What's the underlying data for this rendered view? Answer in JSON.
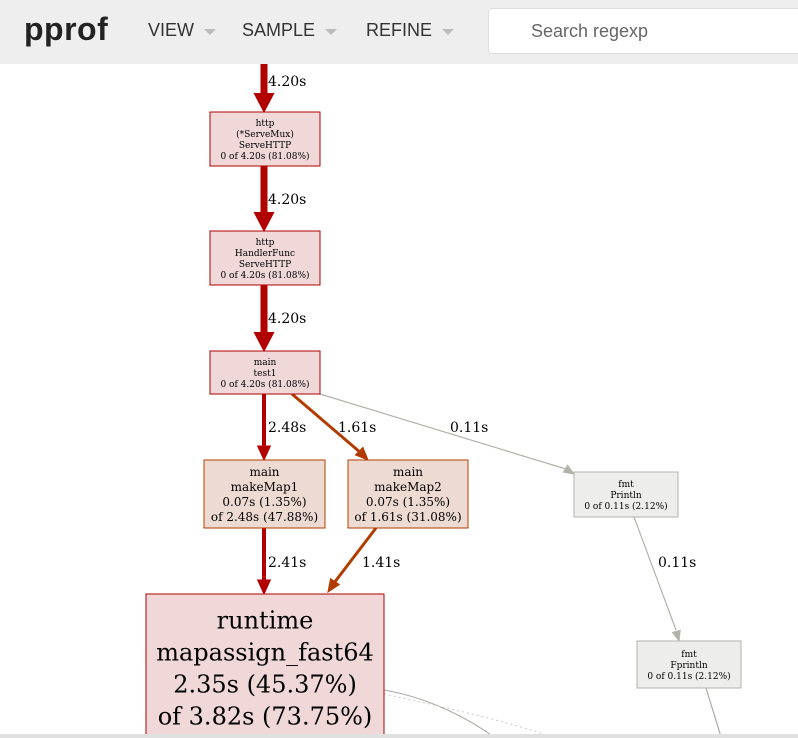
{
  "app": {
    "logo": "pprof"
  },
  "menu": {
    "view": "VIEW",
    "sample": "SAMPLE",
    "refine": "REFINE"
  },
  "search": {
    "placeholder": "Search regexp"
  },
  "colors": {
    "hot_fill": "#f0d8d8",
    "hot_stroke": "#b20000",
    "warm_fill": "#eddad2",
    "warm_stroke": "#b23c00",
    "cold_fill": "#ededec",
    "cold_stroke": "#b2b2ab",
    "edge_hot": "#b20000",
    "edge_warm": "#b23c00",
    "edge_cold": "#b2b2ab"
  },
  "graph": {
    "nodes": [
      {
        "id": "servemux",
        "lines": [
          "http",
          "(*ServeMux)",
          "ServeHTTP",
          "0 of 4.20s (81.08%)"
        ]
      },
      {
        "id": "handlerfunc",
        "lines": [
          "http",
          "HandlerFunc",
          "ServeHTTP",
          "0 of 4.20s (81.08%)"
        ]
      },
      {
        "id": "test1",
        "lines": [
          "main",
          "test1",
          "0 of 4.20s (81.08%)"
        ]
      },
      {
        "id": "makemap1",
        "lines": [
          "main",
          "makeMap1",
          "0.07s (1.35%)",
          "of 2.48s (47.88%)"
        ]
      },
      {
        "id": "makemap2",
        "lines": [
          "main",
          "makeMap2",
          "0.07s (1.35%)",
          "of 1.61s (31.08%)"
        ]
      },
      {
        "id": "println",
        "lines": [
          "fmt",
          "Println",
          "0 of 0.11s (2.12%)"
        ]
      },
      {
        "id": "fprintln",
        "lines": [
          "fmt",
          "Fprintln",
          "0 of 0.11s (2.12%)"
        ]
      },
      {
        "id": "mapassign",
        "lines": [
          "runtime",
          "mapassign_fast64",
          "2.35s (45.37%)",
          "of 3.82s (73.75%)"
        ]
      }
    ],
    "edges": [
      {
        "id": "in_servemux",
        "label": "4.20s"
      },
      {
        "id": "servemux_handlerfunc",
        "label": "4.20s"
      },
      {
        "id": "handlerfunc_test1",
        "label": "4.20s"
      },
      {
        "id": "test1_makemap1",
        "label": "2.48s"
      },
      {
        "id": "test1_makemap2",
        "label": "1.61s"
      },
      {
        "id": "test1_println",
        "label": "0.11s"
      },
      {
        "id": "makemap1_mapassign",
        "label": "2.41s"
      },
      {
        "id": "makemap2_mapassign",
        "label": "1.41s"
      },
      {
        "id": "println_fprintln",
        "label": "0.11s"
      }
    ]
  }
}
